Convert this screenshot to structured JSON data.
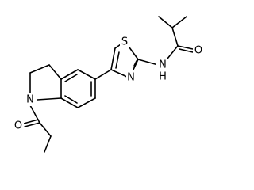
{
  "molecule": {
    "atoms": {
      "S": "S",
      "N_thiazole": "N",
      "NH_amide": "N",
      "H_amide": "H",
      "O_isobutyryl": "O",
      "N_indoline": "N",
      "O_propanoyl": "O"
    }
  }
}
